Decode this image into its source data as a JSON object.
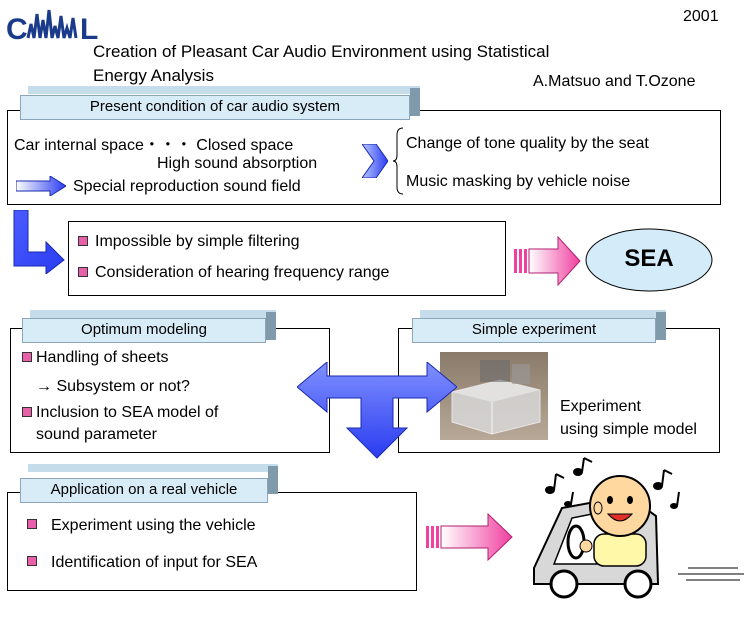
{
  "logo_text": "CAML",
  "year": "2001",
  "title_line1": "Creation of Pleasant Car Audio Environment using Statistical",
  "title_line2": "Energy Analysis",
  "authors": "A.Matsuo and T.Ozone",
  "section1": {
    "header": "Present condition of car audio system",
    "line1": "Car internal space・・・ Closed space",
    "line2": "High sound absorption",
    "line3": "Special reproduction sound field",
    "right1": "Change of tone quality by the seat",
    "right2": "Music masking by vehicle noise"
  },
  "section2": {
    "bullet1": "Impossible by simple filtering",
    "bullet2": "Consideration of hearing frequency range",
    "sea": "SEA"
  },
  "section3": {
    "header": "Optimum modeling",
    "bullet1": "Handling of sheets",
    "arrow_line": "→ Subsystem or not?",
    "bullet2_line1": "Inclusion to SEA model of",
    "bullet2_line2": "sound parameter"
  },
  "section4": {
    "header": "Simple experiment",
    "caption_line1": "Experiment",
    "caption_line2": "using simple model"
  },
  "section5": {
    "header": "Application on a real vehicle",
    "bullet1": "Experiment using the vehicle",
    "bullet2": "Identification of  input for SEA"
  },
  "colors": {
    "header_bg": "#d8ecf8",
    "bullet": "#e860a8",
    "blue_arrow": "#2a3cf0",
    "pink_arrow": "#f040a0",
    "sea_fill": "#d4ecfa"
  }
}
